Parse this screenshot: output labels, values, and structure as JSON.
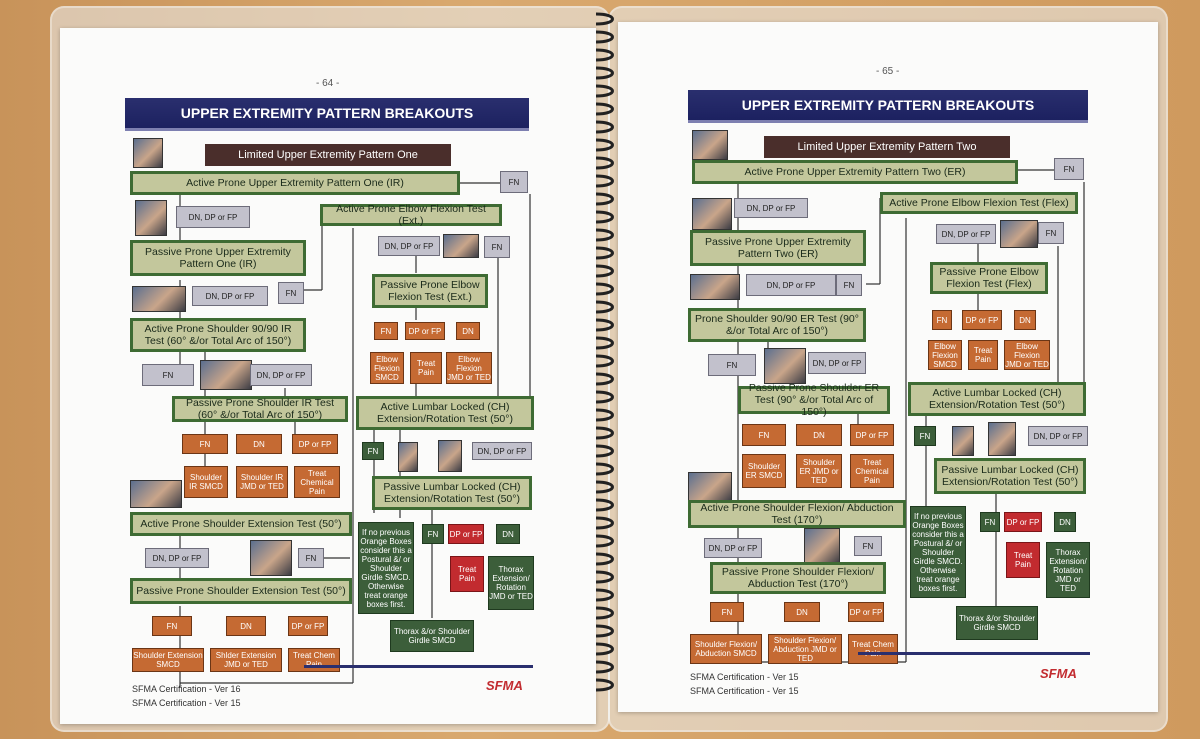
{
  "left": {
    "page_number": "- 64 -",
    "banner": "UPPER EXTREMITY PATTERN BREAKOUTS",
    "subtitle": "Limited Upper Extremity Pattern One",
    "tests": {
      "t1": "Active Prone Upper Extremity Pattern One (IR)",
      "t2": "Passive Prone Upper Extremity Pattern One (IR)",
      "t3": "Active Prone Shoulder 90/90 IR Test (60° &/or Total Arc of 150°)",
      "t4": "Passive Prone Shoulder IR Test (60° &/or Total Arc of 150°)",
      "t5": "Active Prone Shoulder Extension Test (50°)",
      "t6": "Passive Prone Shoulder Extension Test (50°)",
      "t7": "Active Prone Elbow Flexion Test (Ext.)",
      "t8": "Passive Prone Elbow Flexion Test (Ext.)",
      "t9": "Active Lumbar Locked (CH) Extension/Rotation Test (50°)",
      "t10": "Passive Lumbar Locked (CH) Extension/Rotation Test (50°)"
    },
    "labels": {
      "fn": "FN",
      "dn_dp_fp": "DN, DP or FP",
      "dp_fp": "DP or FP",
      "dn": "DN"
    },
    "outcomes": {
      "shoulder_ir_smcd": "Shoulder IR SMCD",
      "shoulder_ir_jmd": "Shoulder IR JMD or TED",
      "treat_chem": "Treat Chemical Pain",
      "elbow_smcd": "Elbow Flexion SMCD",
      "treat_pain": "Treat Pain",
      "elbow_jmd": "Elbow Flexion JMD or TED",
      "shoulder_ext_smcd": "Shoulder Extension SMCD",
      "shoulder_ext_jmd": "Shlder Extension JMD or TED",
      "treat_chem_pain": "Treat Chem Pain",
      "postural_note": "If no previous Orange Boxes consider this a Postural &/ or Shoulder Girdle SMCD. Otherwise treat orange boxes first.",
      "thorax_ext": "Thorax Extension/ Rotation JMD or TED",
      "thorax_girdle": "Thorax &/or Shoulder Girdle SMCD"
    },
    "footer1": "SFMA Certification - Ver 16",
    "footer2": "SFMA Certification - Ver 15",
    "logo": "SFMA"
  },
  "right": {
    "page_number": "- 65 -",
    "banner": "UPPER EXTREMITY PATTERN BREAKOUTS",
    "subtitle": "Limited Upper Extremity Pattern Two",
    "tests": {
      "t1": "Active Prone Upper Extremity Pattern Two (ER)",
      "t2": "Passive Prone Upper Extremity Pattern Two (ER)",
      "t3": "Prone Shoulder 90/90 ER Test (90° &/or Total Arc of 150°)",
      "t4": "Passive Prone Shoulder ER Test (90° &/or Total Arc of 150°)",
      "t5": "Active Prone Shoulder Flexion/ Abduction Test (170°)",
      "t6": "Passive Prone Shoulder Flexion/ Abduction Test (170°)",
      "t7": "Active Prone Elbow Flexion Test (Flex)",
      "t8": "Passive Prone Elbow Flexion Test (Flex)",
      "t9": "Active Lumbar Locked (CH) Extension/Rotation Test (50°)",
      "t10": "Passive Lumbar Locked (CH) Extension/Rotation Test (50°)"
    },
    "outcomes": {
      "shoulder_er_smcd": "Shoulder ER SMCD",
      "shoulder_er_jmd": "Shoulder ER JMD or TED",
      "treat_chem": "Treat Chemical Pain",
      "elbow_smcd": "Elbow Flexion SMCD",
      "treat_pain": "Treat Pain",
      "elbow_jmd": "Elbow Flexion JMD or TED",
      "flex_smcd": "Shoulder Flexion/ Abduction SMCD",
      "flex_jmd": "Shoulder Flexion/ Abduction JMD or TED",
      "treat_chem_pain": "Treat Chem Pain",
      "postural_note": "If no previous Orange Boxes consider this a Postural &/ or Shoulder Girdle SMCD. Otherwise treat orange boxes first.",
      "thorax_ext": "Thorax Extension/ Rotation JMD or TED",
      "thorax_girdle": "Thorax &/or Shoulder Girdle SMCD"
    },
    "footer1": "SFMA Certification - Ver 15",
    "footer2": "SFMA Certification - Ver 15",
    "logo": "SFMA"
  }
}
